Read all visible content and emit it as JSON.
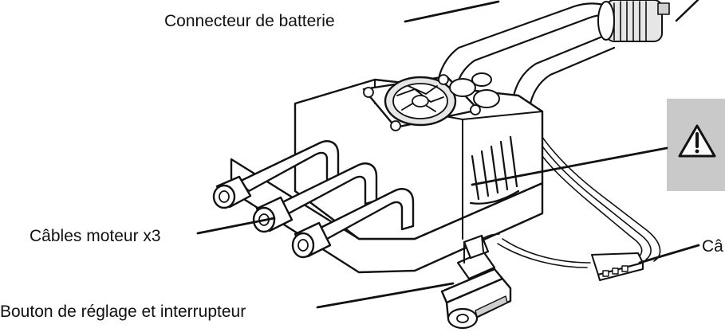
{
  "labels": {
    "battery_connector": "Connecteur de batterie",
    "motor_cables": "Câbles moteur x3",
    "switch_button": "Bouton de réglage et interrupteur",
    "signal_cable_partial": "Câ"
  },
  "warning": {
    "icon": "warning-triangle-icon",
    "box_color": "#c9c9c9"
  }
}
